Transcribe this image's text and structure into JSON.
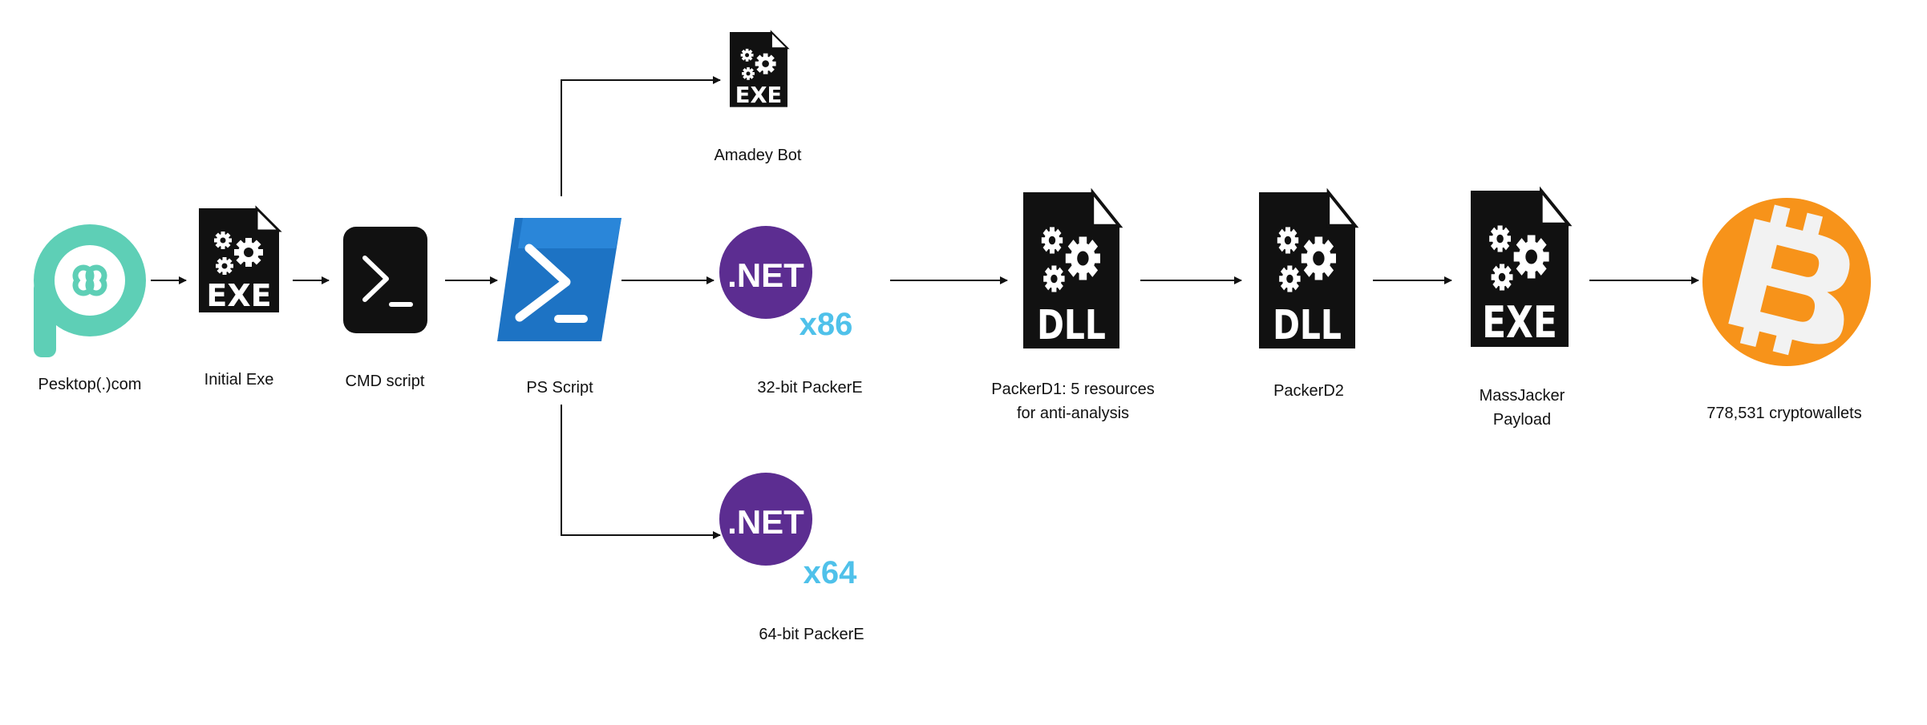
{
  "nodes": {
    "source": {
      "label": "Pesktop(.)com",
      "icon": "pesktop-logo-icon"
    },
    "initial_exe": {
      "label": "Initial Exe",
      "icon": "exe-file-icon",
      "badge": "EXE"
    },
    "cmd": {
      "label": "CMD script",
      "icon": "cmd-terminal-icon"
    },
    "ps": {
      "label": "PS Script",
      "icon": "powershell-icon"
    },
    "amadey": {
      "label": "Amadey Bot",
      "icon": "exe-file-icon",
      "badge": "EXE"
    },
    "packer_e_32": {
      "label": "32-bit PackerE",
      "icon": "dotnet-icon",
      "badge": ".NET",
      "arch": "x86"
    },
    "packer_e_64": {
      "label": "64-bit PackerE",
      "icon": "dotnet-icon",
      "badge": ".NET",
      "arch": "x64"
    },
    "packer_d1": {
      "label_line1": "PackerD1: 5 resources",
      "label_line2": "for anti-analysis",
      "icon": "dll-file-icon",
      "badge": "DLL"
    },
    "packer_d2": {
      "label": "PackerD2",
      "icon": "dll-file-icon",
      "badge": "DLL"
    },
    "massjacker": {
      "label_line1": "MassJacker",
      "label_line2": "Payload",
      "icon": "exe-file-icon",
      "badge": "EXE"
    },
    "wallets": {
      "label": "778,531 cryptowallets",
      "icon": "bitcoin-icon"
    }
  },
  "colors": {
    "pesktop_teal": "#5ecfb6",
    "dotnet_purple": "#5c2d91",
    "powershell_blue": "#1d73c4",
    "bitcoin_orange": "#f7931a",
    "arch_blue": "#4fc1ea"
  }
}
